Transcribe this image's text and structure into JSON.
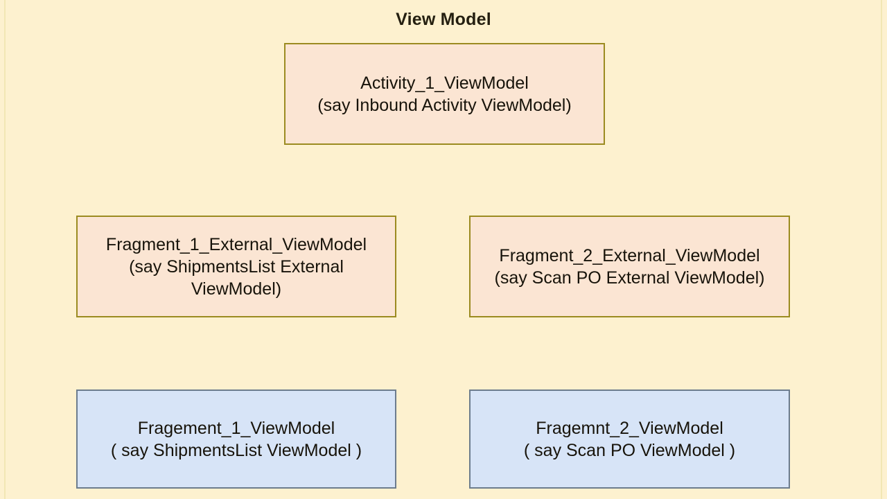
{
  "diagram": {
    "title": "View Model",
    "background_color": "#fdf1cf",
    "peach_fill": "#fbe5d3",
    "peach_border": "#9b8b20",
    "blue_fill": "#d7e4f7",
    "blue_border": "#6c7c8d",
    "nodes": [
      {
        "id": "activity-1-viewmodel",
        "style": "peach",
        "name": "Activity_1_ViewModel",
        "alias": "(say Inbound Activity ViewModel)"
      },
      {
        "id": "fragment-1-external-viewmodel",
        "style": "peach",
        "name": "Fragment_1_External_ViewModel",
        "alias_line_1": "(say ShipmentsList External",
        "alias_line_2": "ViewModel)"
      },
      {
        "id": "fragment-2-external-viewmodel",
        "style": "peach",
        "name": "Fragment_2_External_ViewModel",
        "alias": "(say Scan PO External ViewModel)"
      },
      {
        "id": "fragment-1-viewmodel",
        "style": "blue",
        "name": "Fragement_1_ViewModel",
        "alias": "( say ShipmentsList ViewModel )"
      },
      {
        "id": "fragment-2-viewmodel",
        "style": "blue",
        "name": "Fragemnt_2_ViewModel",
        "alias": "( say Scan PO ViewModel )"
      }
    ]
  },
  "chart_data": {
    "type": "diagram",
    "title": "View Model",
    "layout": "3 rows: 1 box centered on top row, 2 boxes on middle row, 2 boxes on bottom row",
    "groups": [
      {
        "row": 1,
        "fill": "#fbe5d3",
        "items": [
          "Activity_1_ViewModel (say Inbound Activity ViewModel)"
        ]
      },
      {
        "row": 2,
        "fill": "#fbe5d3",
        "items": [
          "Fragment_1_External_ViewModel (say ShipmentsList External ViewModel)",
          "Fragment_2_External_ViewModel (say Scan PO External ViewModel)"
        ]
      },
      {
        "row": 3,
        "fill": "#d7e4f7",
        "items": [
          "Fragement_1_ViewModel ( say ShipmentsList ViewModel )",
          "Fragemnt_2_ViewModel ( say Scan PO ViewModel )"
        ]
      }
    ]
  }
}
